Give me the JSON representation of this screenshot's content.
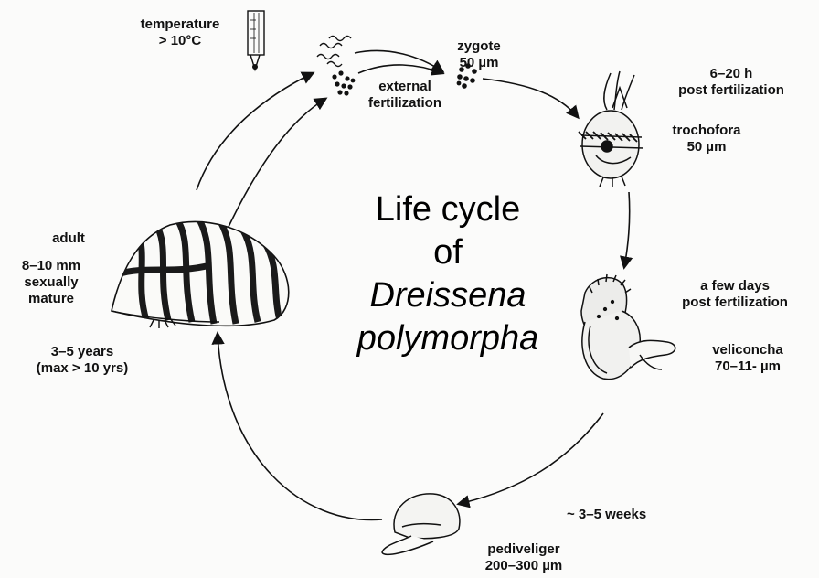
{
  "title": {
    "line1": "Life cycle",
    "line2": "of",
    "line3": "Dreissena",
    "line4": "polymorpha"
  },
  "stages": {
    "temperature": {
      "line1": "temperature",
      "line2": "> 10°C"
    },
    "fertilization": {
      "line1": "external",
      "line2": "fertilization"
    },
    "zygote": {
      "name": "zygote",
      "size": "50 µm"
    },
    "trochofora": {
      "time1": "6–20 h",
      "time2": "post fertilization",
      "name": "trochofora",
      "size": "50 µm"
    },
    "veliconcha": {
      "time1": "a few days",
      "time2": "post fertilization",
      "name": "veliconcha",
      "size": "70–11- µm"
    },
    "pediveliger": {
      "time": "~ 3–5 weeks",
      "name": "pediveliger",
      "size": "200–300 µm"
    },
    "adult": {
      "name": "adult",
      "size1": "8–10 mm",
      "state1": "sexually",
      "state2": "mature",
      "age1": "3–5 years",
      "age2": "(max > 10 yrs)"
    }
  },
  "colors": {
    "ink": "#111111",
    "paper": "#fbfbfa",
    "shell_stripe": "#1a1a1a"
  }
}
